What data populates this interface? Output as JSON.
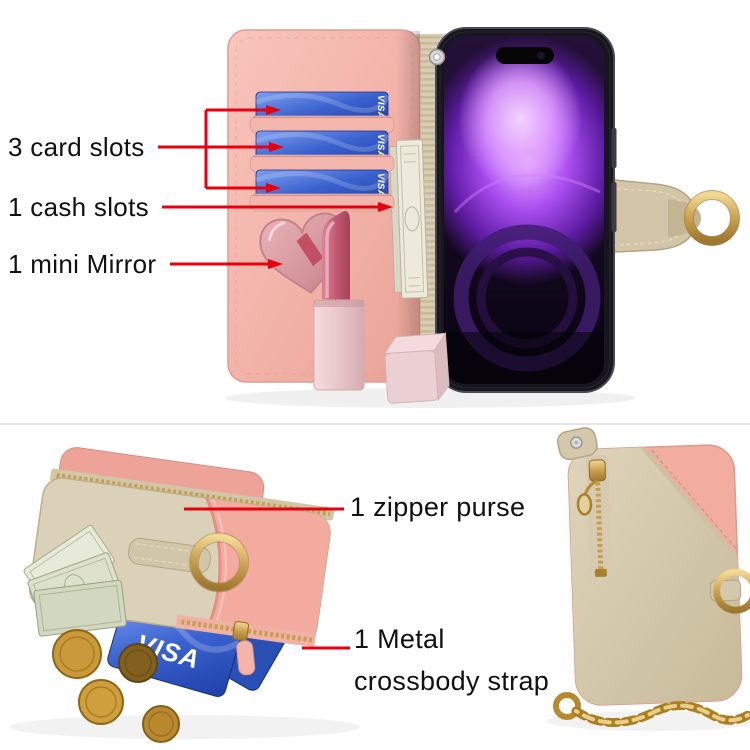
{
  "product_image": {
    "annotations": {
      "card_slots": "3 card slots",
      "cash_slots": "1 cash slots",
      "mini_mirror": "1 mini Mirror",
      "zipper_purse": "1 zipper purse",
      "crossbody_strap_line1": "1 Metal",
      "crossbody_strap_line2": "crossbody strap"
    },
    "card_brand": "VISA",
    "colors": {
      "annotation_red": "#e8000d",
      "text_black": "#111111",
      "case_pink": "#f3b3a9",
      "khaki_beige": "#d4c8ac",
      "metal_gold": "#c9a050",
      "card_blue": "#3a62cf",
      "phone_wallpaper_purple": "#a94df0",
      "background": "#ffffff"
    }
  }
}
